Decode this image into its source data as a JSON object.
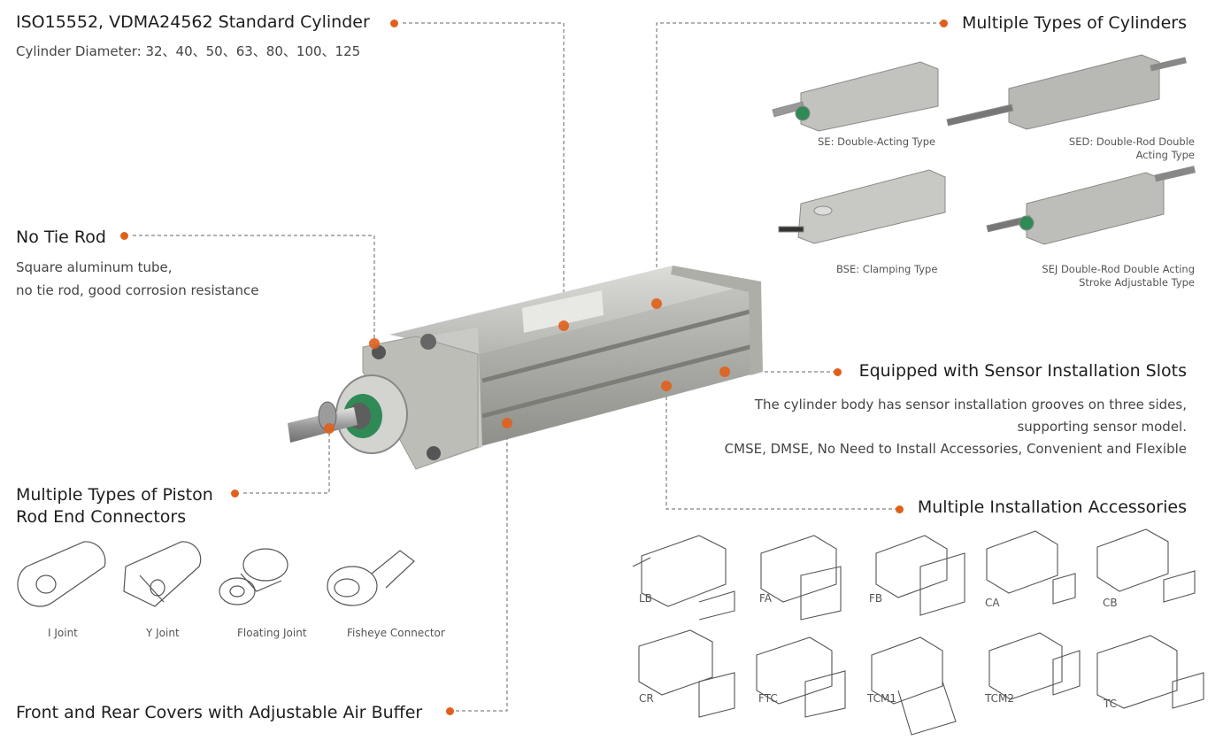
{
  "features": {
    "standard": {
      "title": "ISO15552, VDMA24562 Standard Cylinder",
      "desc": "Cylinder Diameter: 32、40、50、63、80、100、125"
    },
    "no_tie_rod": {
      "title": "No Tie Rod",
      "desc_line1": "Square aluminum tube,",
      "desc_line2": "no tie rod, good corrosion resistance"
    },
    "piston_rod": {
      "title_line1": "Multiple Types of Piston",
      "title_line2": "Rod End Connectors"
    },
    "covers": {
      "title": "Front and Rear Covers with Adjustable Air Buffer"
    },
    "multiple_types": {
      "title": "Multiple Types of Cylinders"
    },
    "sensor": {
      "title": "Equipped with Sensor Installation Slots",
      "desc_line1": "The cylinder body has sensor installation grooves on three sides,",
      "desc_line2": "supporting sensor model.",
      "desc_line3": "CMSE, DMSE, No Need to Install Accessories, Convenient and Flexible"
    },
    "accessories": {
      "title": "Multiple Installation Accessories"
    }
  },
  "cylinder_types": [
    {
      "label_line1": "SE: Double-Acting Type",
      "label_line2": ""
    },
    {
      "label_line1": "SED: Double-Rod Double",
      "label_line2": "Acting Type"
    },
    {
      "label_line1": "BSE: Clamping Type",
      "label_line2": ""
    },
    {
      "label_line1": "SEJ Double-Rod Double Acting",
      "label_line2": "Stroke Adjustable Type"
    }
  ],
  "connectors": [
    "I Joint",
    "Y Joint",
    "Floating Joint",
    "Fisheye Connector"
  ],
  "accessories": [
    "LB",
    "FA",
    "FB",
    "CA",
    "CB",
    "CR",
    "FTC",
    "TCM1",
    "TCM2",
    "TC"
  ],
  "colors": {
    "accent": "#e0601a",
    "leader": "#666666",
    "metal": "#b9b9b6"
  }
}
